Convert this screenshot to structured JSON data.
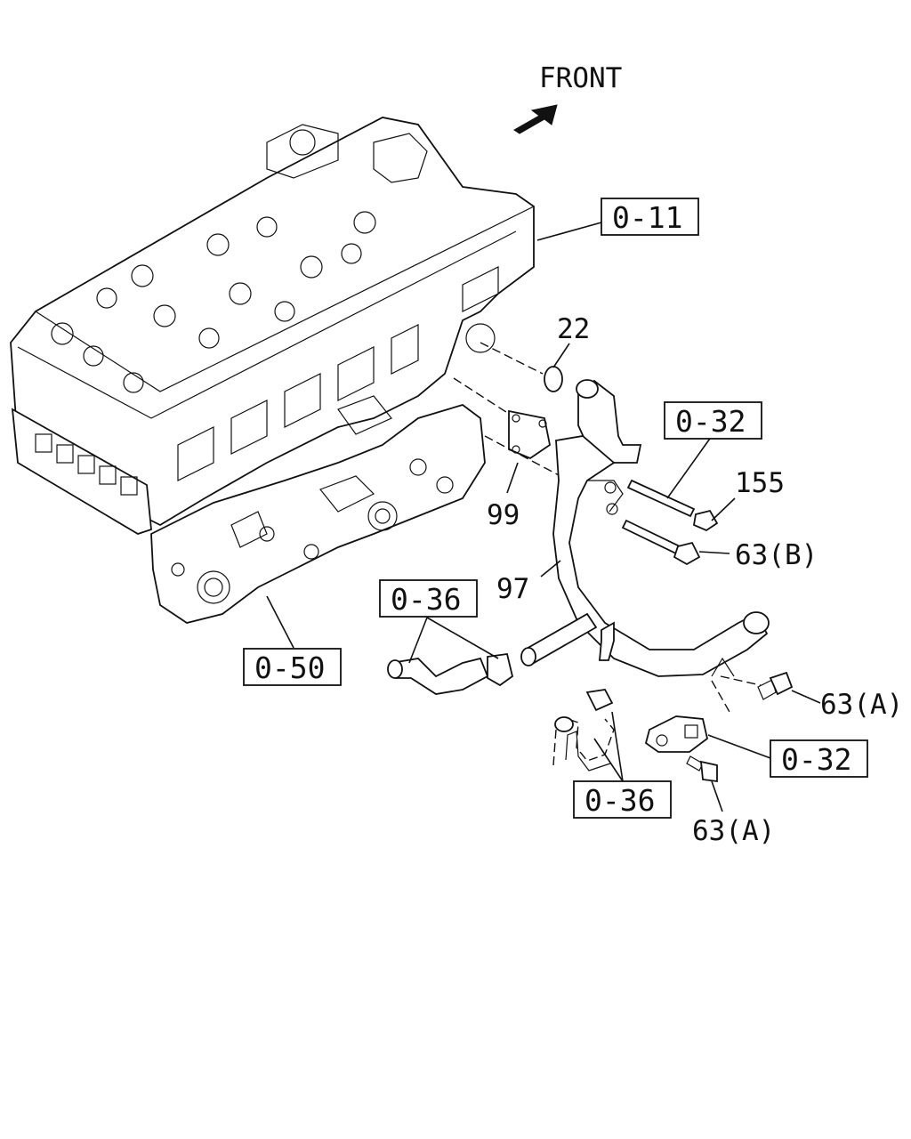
{
  "orientation": {
    "label": "FRONT",
    "icon": "arrow-icon"
  },
  "reference_boxes": [
    {
      "id": "ref-0-11",
      "text": "0-11"
    },
    {
      "id": "ref-0-32-top",
      "text": "0-32"
    },
    {
      "id": "ref-0-36-left",
      "text": "0-36"
    },
    {
      "id": "ref-0-50",
      "text": "0-50"
    },
    {
      "id": "ref-0-32-bottom",
      "text": "0-32"
    },
    {
      "id": "ref-0-36-bottom",
      "text": "0-36"
    }
  ],
  "part_labels": [
    {
      "id": "part-22",
      "text": "22"
    },
    {
      "id": "part-155",
      "text": "155"
    },
    {
      "id": "part-99",
      "text": "99"
    },
    {
      "id": "part-63b",
      "text": "63(B)"
    },
    {
      "id": "part-97",
      "text": "97"
    },
    {
      "id": "part-63a-right",
      "text": "63(A)"
    },
    {
      "id": "part-63a-bottom",
      "text": "63(A)"
    }
  ]
}
